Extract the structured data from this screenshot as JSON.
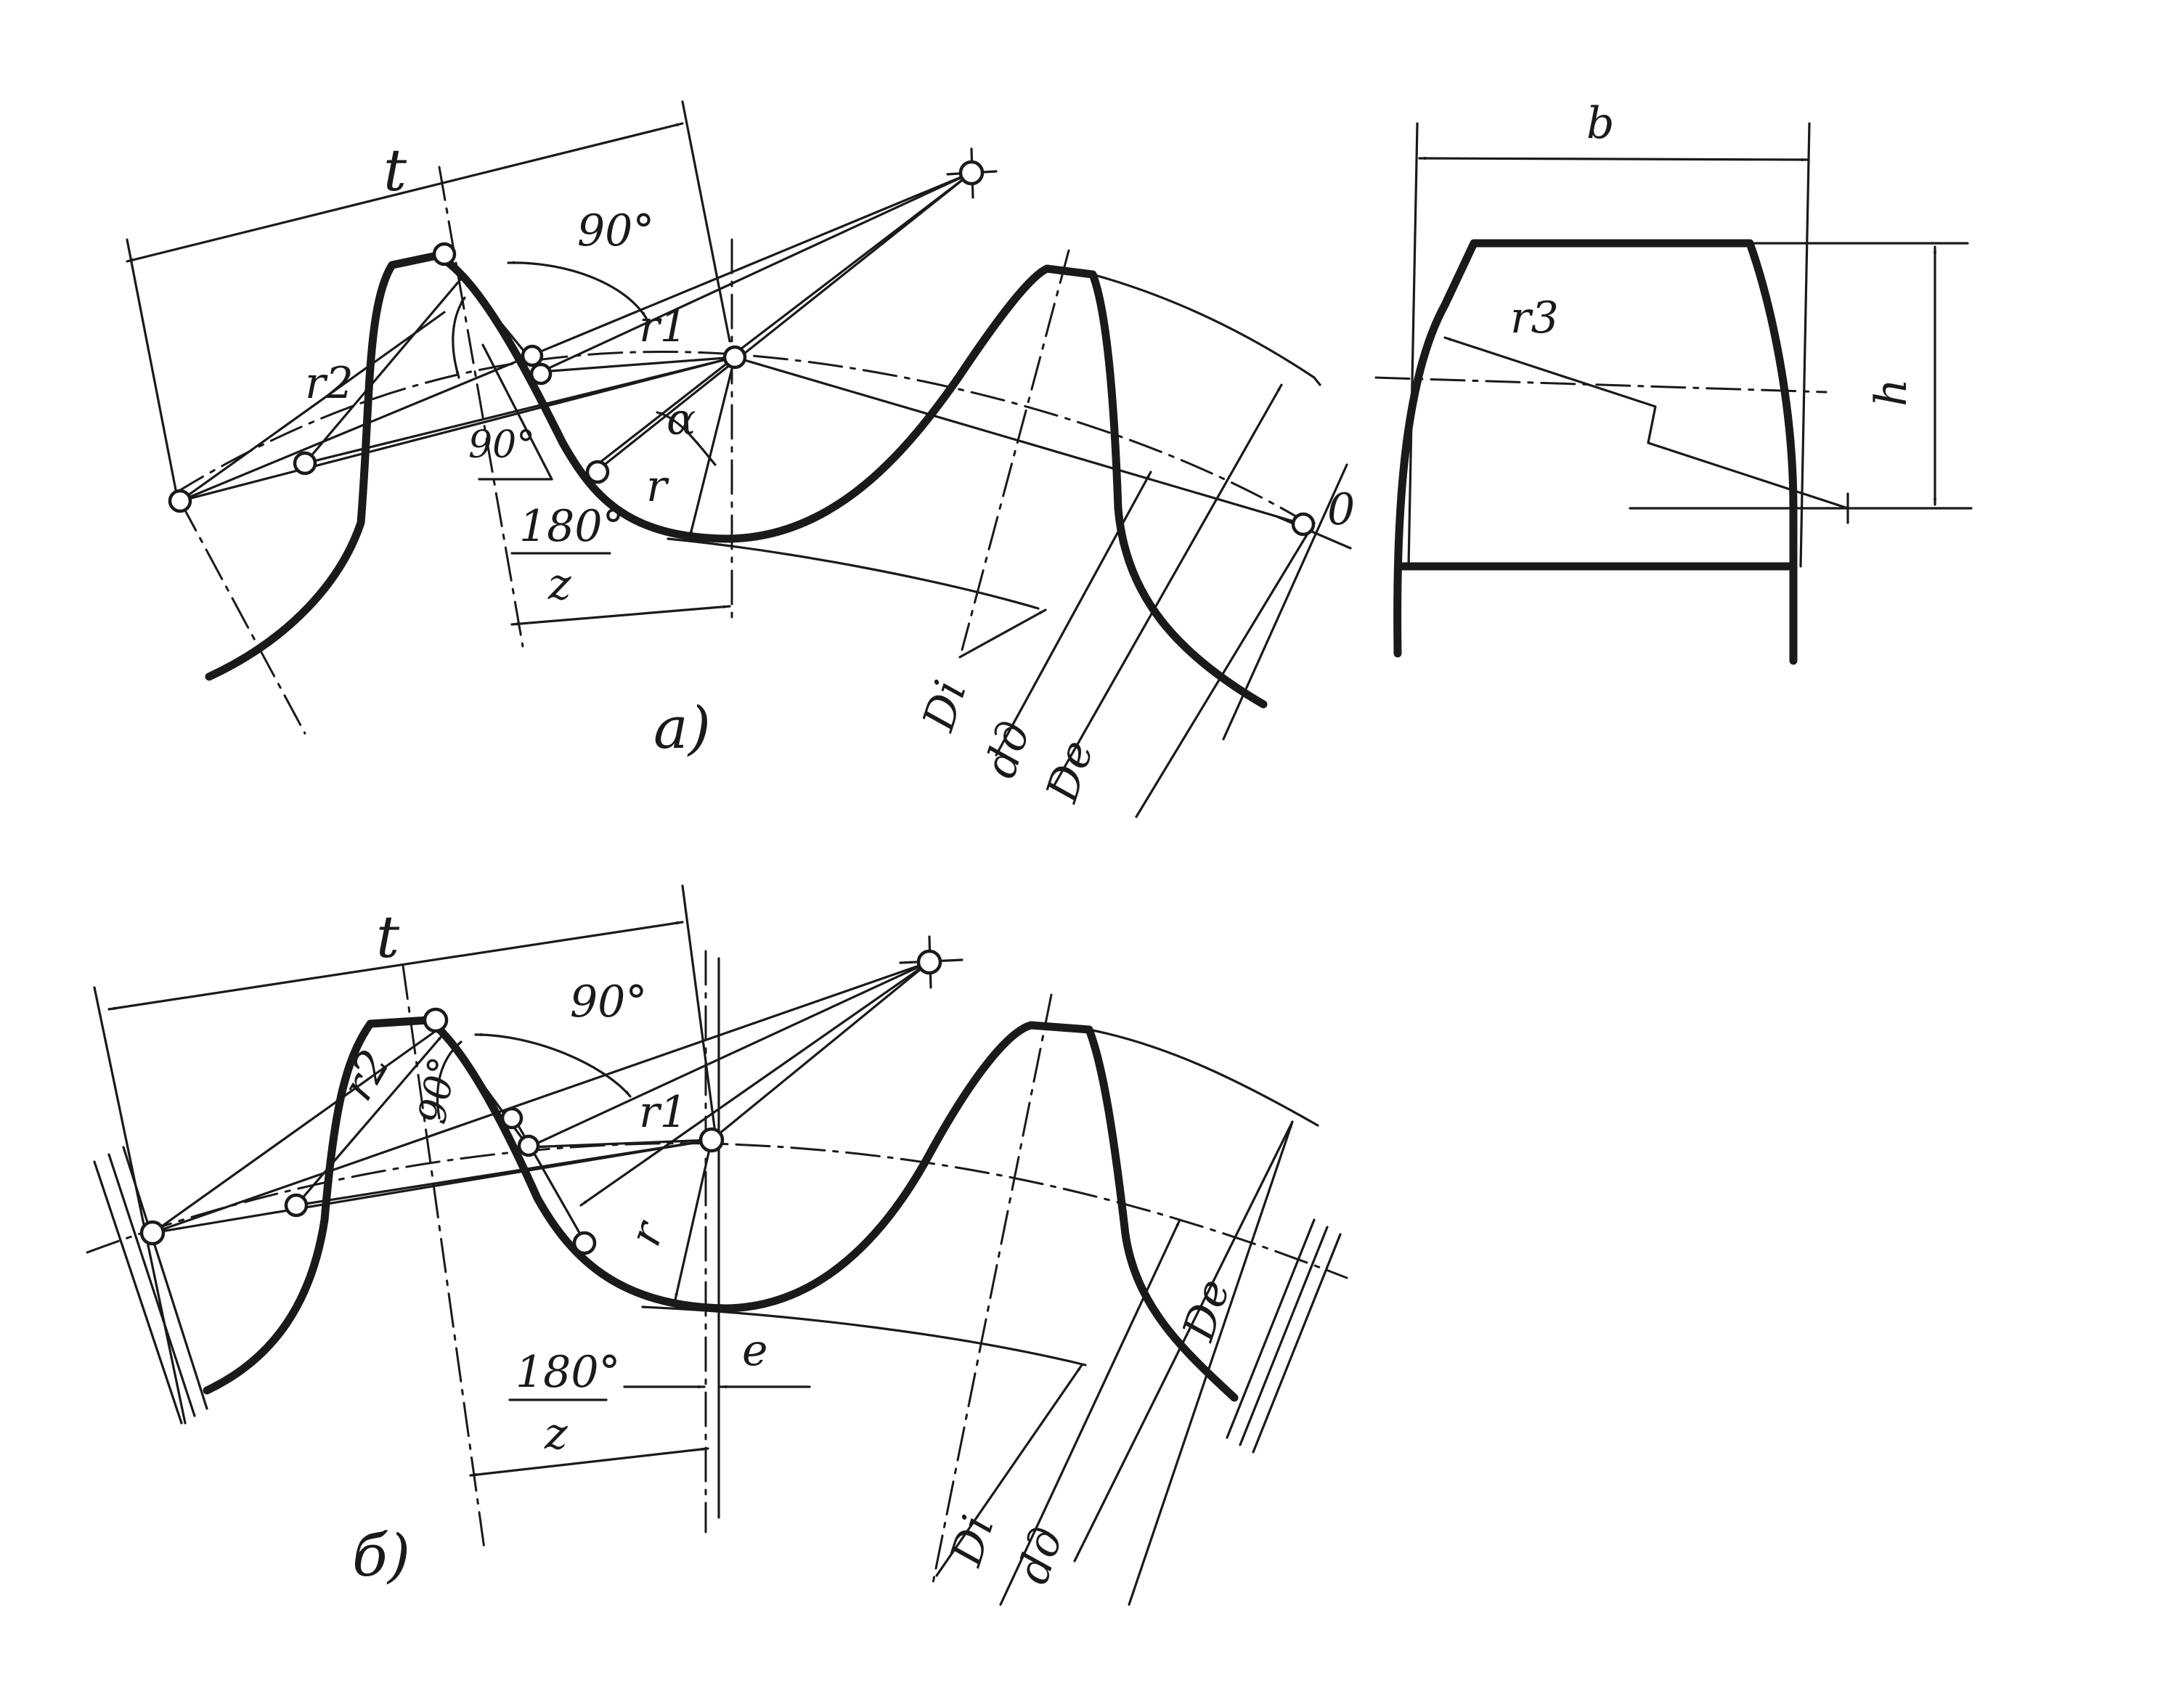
{
  "figure_a": {
    "caption": "a)",
    "pitch": "t",
    "angle_right_top": "90°",
    "angle_right_inner": "90°",
    "radius_1": "r1",
    "radius_2": "r2",
    "radius_root": "r",
    "pressure_angle": "α",
    "angle_num": "180°",
    "angle_den": "z",
    "center_point": "0",
    "dia_root": "Di",
    "dia_pitch": "dд",
    "dia_outer": "De"
  },
  "figure_b": {
    "caption": "б)",
    "pitch": "t",
    "angle_right_top": "90°",
    "angle_right_inner": "90°",
    "radius_1": "r1",
    "radius_2": "r2",
    "radius_root": "r",
    "offset": "e",
    "angle_num": "180°",
    "angle_den": "z",
    "dia_root": "Di",
    "dia_pitch": "dд",
    "dia_outer": "De"
  },
  "section": {
    "width": "b",
    "height": "h",
    "radius_3": "r3"
  }
}
